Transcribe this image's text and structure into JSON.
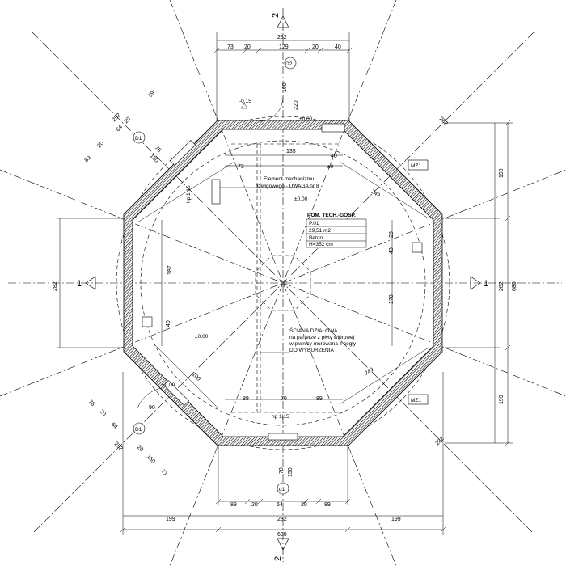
{
  "sections": {
    "north_number": "2",
    "south_number": "2",
    "west_number": "1",
    "east_number": "1"
  },
  "room": {
    "title": "POM. TECH.-GOSP.",
    "number": "P.01",
    "area": "29,51 m2",
    "floor": "Beton",
    "height": "H=352 cm"
  },
  "notes": {
    "mechanism_line1": "Element mechanizmu",
    "mechanism_line2": "dźwigowego - UWAGA nr 8",
    "wall_line1": "ŚCIANA DZIAŁOWA",
    "wall_line2": "na parterze z płyty wiórowej",
    "wall_line3": "w piwnicy murowana z cegły",
    "wall_line4": "DO WYBURZENIA"
  },
  "levels": {
    "top_door": "-0,15",
    "top_right": "±0,00",
    "upper_center": "±0,00",
    "lower_left": "±0,00",
    "south_door": "±0,00",
    "upper_mid": "±0"
  },
  "tags": {
    "door_north": "D2",
    "door_northwest": "D1",
    "door_southwest": "D1",
    "door_south": "d1",
    "window_ne": "MZ1",
    "window_se": "MZ1",
    "ceiling_note": "hp 1|15"
  },
  "dims": {
    "top_total": "282",
    "top_segments": [
      "73",
      "20",
      "129",
      "20",
      "40"
    ],
    "bottom_total_outer": "680",
    "bottom_segments_outer": [
      "199",
      "282",
      "199"
    ],
    "bottom_segments_inner": [
      "89",
      "20",
      "64",
      "20",
      "89"
    ],
    "right_total": "680",
    "right_segments": [
      "199",
      "282",
      "199"
    ],
    "left_value": "282",
    "interior": [
      "135",
      "73",
      "40",
      "89",
      "70",
      "89",
      "187",
      "178",
      "40",
      "43",
      "28",
      "249",
      "249",
      "70",
      "150",
      "90",
      "100",
      "220",
      "160"
    ],
    "diag_nw": [
      "282",
      "89",
      "64",
      "20",
      "89",
      "20",
      "150",
      "75"
    ],
    "diag_sw": [
      "76",
      "20",
      "64",
      "20",
      "150",
      "71",
      "282"
    ],
    "diag_ne": "282",
    "diag_se": "282"
  }
}
